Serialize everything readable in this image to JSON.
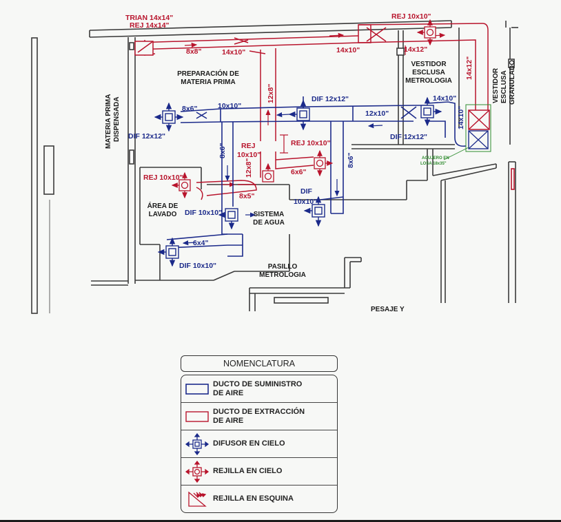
{
  "colors": {
    "supply": "#1b2a8a",
    "extract": "#b8142c",
    "walls": "#3a3a3a",
    "green_note": "#2e8b2e"
  },
  "rooms": {
    "prep_1": "PREPARACIÓN DE",
    "prep_2": "MATERIA PRIMA",
    "mp_1": "MATERIA PRIMA",
    "mp_2": "DISPENSADA",
    "lavado_1": "ÁREA DE",
    "lavado_2": "LAVADO",
    "agua_1": "SISTEMA",
    "agua_2": "DE AGUA",
    "pasillo_1": "PASILLO",
    "pasillo_2": "METROLOGIA",
    "vestidor_1": "VESTIDOR",
    "vestidor_2": "ESCLUSA",
    "vestidor_3": "METROLOGIA",
    "granulado_1": "VESTIDOR",
    "granulado_2": "ESCLUSA",
    "granulado_3": "GRANULADO",
    "pesaje": "PESAJE Y"
  },
  "extract_labels": {
    "trian": "TRIAN 14x14\"",
    "rej_top": "REJ 14x14\"",
    "d8x8": "8x8\"",
    "d14x10_a": "14x10\"",
    "d14x10_b": "14x10\"",
    "rej10_top": "REJ 10x10\"",
    "d14x12_a": "14x12\"",
    "d14x12_b": "14x12\"",
    "d12x8_a": "12x8\"",
    "rej_mid": "REJ",
    "rej_mid2": "10x10\"",
    "rej10_mid": "REJ 10x10\"",
    "d12x8_b": "12x8\"",
    "d8x5": "8x5\"",
    "d6x6": "6x6\"",
    "rej10_left": "REJ 10x10\""
  },
  "supply_labels": {
    "d8x6_a": "8x6\"",
    "d10x10": "10x10\"",
    "dif12_a": "DIF 12x12\"",
    "d12x10": "12x10\"",
    "d14x10": "14x10\"",
    "d14x10_v": "14x10\"",
    "dif12_b": "DIF 12x12\"",
    "dif12_c": "DIF 12x12\"",
    "d8x6_b": "8x6\"",
    "d8x6_c": "8x6\"",
    "dif_lbl": "DIF",
    "dif_lbl2": "10x10\"",
    "dif10_a": "DIF 10x10\"",
    "d6x4": "6x4\"",
    "dif10_b": "DIF 10x10\""
  },
  "notes": {
    "agujero_1": "AGUJERO EN",
    "agujero_2": "LOSA 18x35\""
  },
  "legend": {
    "title": "NOMENCLATURA",
    "items": [
      {
        "line1": "DUCTO DE SUMINISTRO",
        "line2": "DE AIRE",
        "icon": "supply-duct-icon"
      },
      {
        "line1": "DUCTO DE EXTRACCIÓN",
        "line2": "DE AIRE",
        "icon": "extract-duct-icon"
      },
      {
        "line1": "DIFUSOR EN CIELO",
        "line2": "",
        "icon": "ceiling-diffuser-icon"
      },
      {
        "line1": "REJILLA EN CIELO",
        "line2": "",
        "icon": "ceiling-grille-icon"
      },
      {
        "line1": "REJILLA EN ESQUINA",
        "line2": "",
        "icon": "corner-grille-icon"
      }
    ]
  }
}
